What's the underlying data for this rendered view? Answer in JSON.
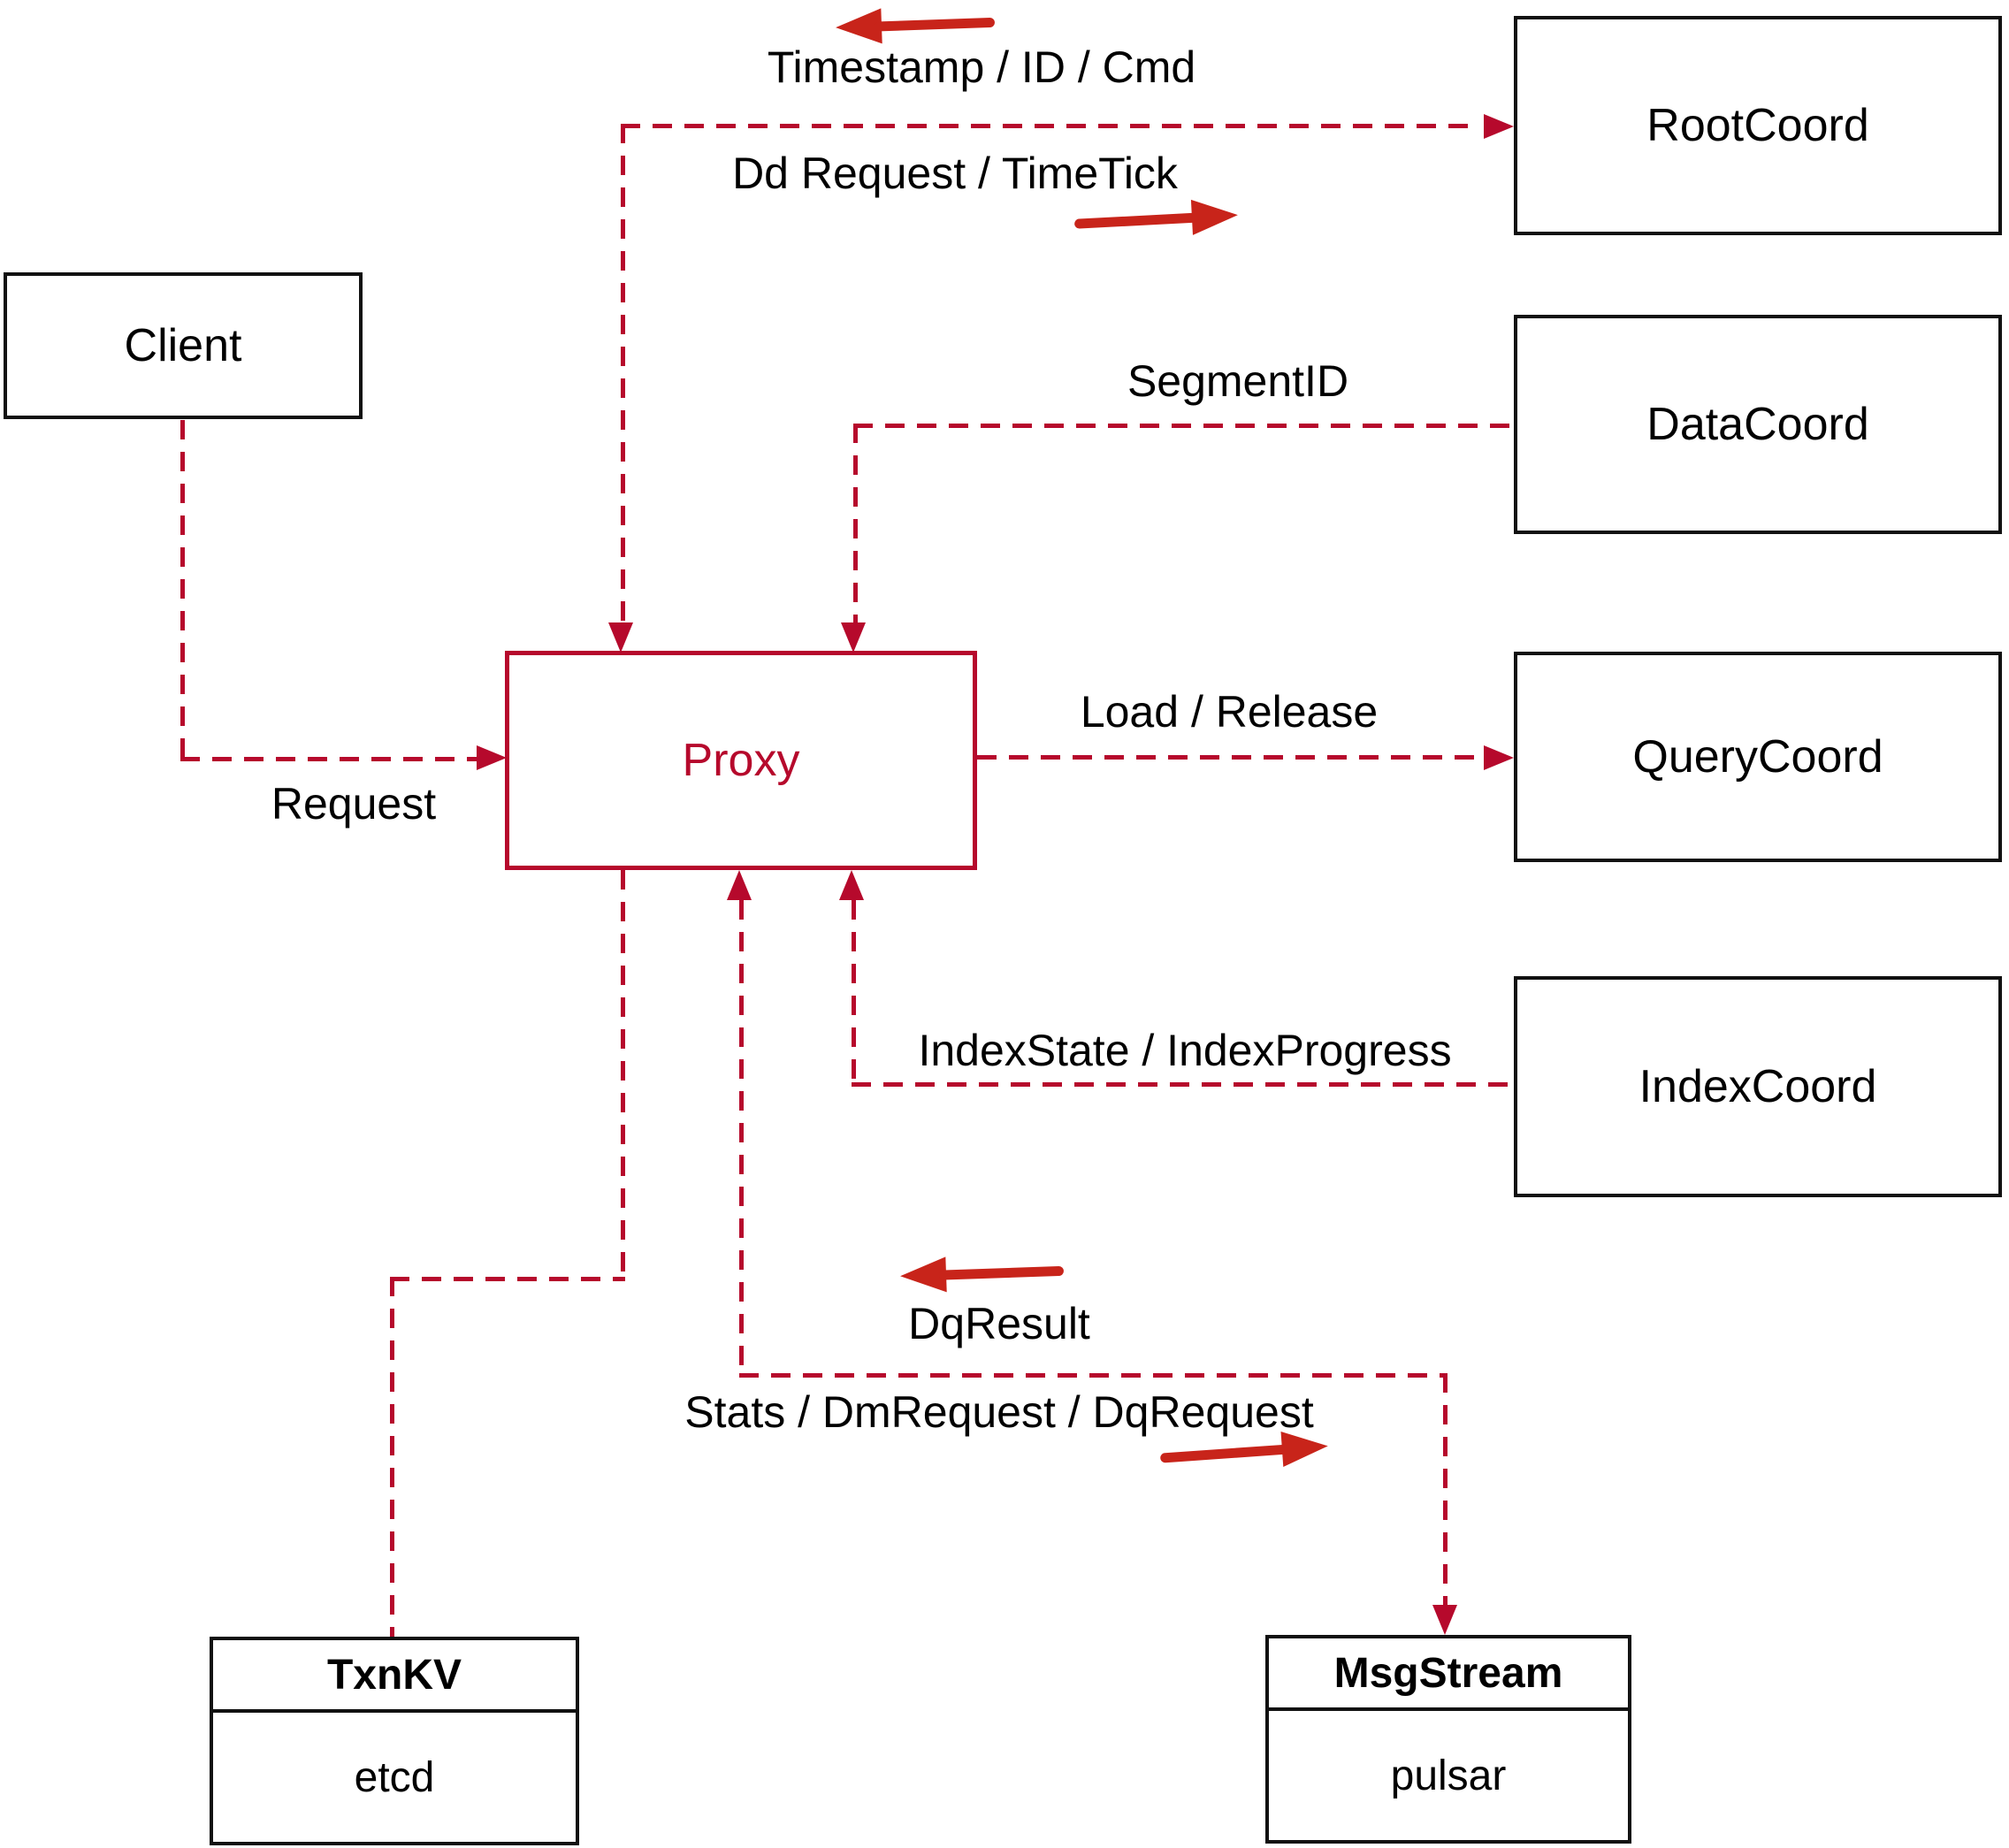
{
  "diagram": {
    "nodes": {
      "client": {
        "label": "Client"
      },
      "proxy": {
        "label": "Proxy"
      },
      "root_coord": {
        "label": "RootCoord"
      },
      "data_coord": {
        "label": "DataCoord"
      },
      "query_coord": {
        "label": "QueryCoord"
      },
      "index_coord": {
        "label": "IndexCoord"
      },
      "txn_kv": {
        "title": "TxnKV",
        "subtitle": "etcd"
      },
      "msg_stream": {
        "title": "MsgStream",
        "subtitle": "pulsar"
      }
    },
    "edge_labels": {
      "timestamp_id_cmd": "Timestamp / ID / Cmd",
      "dd_request_timetick": "Dd Request / TimeTick",
      "segment_id": "SegmentID",
      "request": "Request",
      "load_release": "Load / Release",
      "index_state_progress": "IndexState / IndexProgress",
      "dq_result": "DqResult",
      "stats_dm_dq_request": "Stats / DmRequest / DqRequest"
    },
    "colors": {
      "connector_line": "#b6092c",
      "direction_arrow": "#c8241a",
      "box_border": "#111111",
      "text": "#000000"
    }
  }
}
